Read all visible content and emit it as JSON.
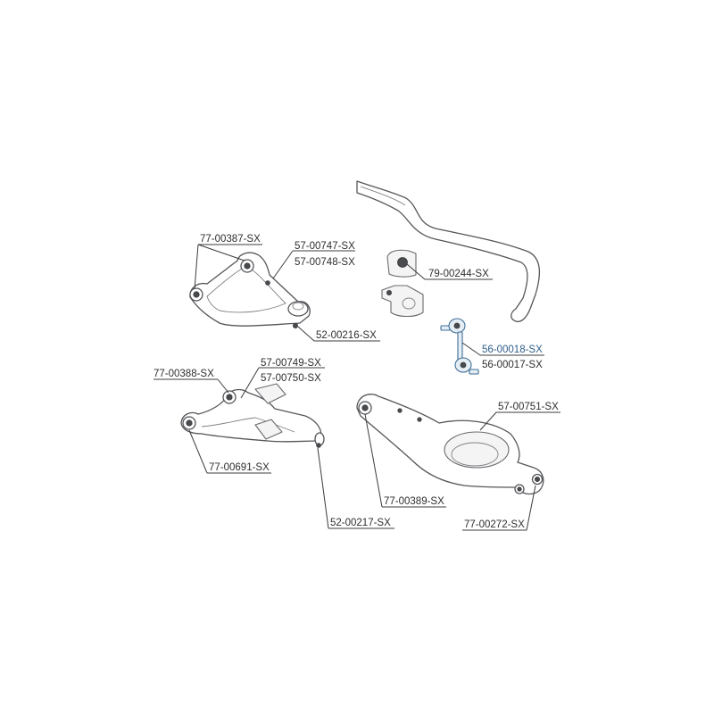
{
  "labels": {
    "lbl_77_00387": "77-00387-SX",
    "lbl_57_00747": "57-00747-SX",
    "lbl_57_00748": "57-00748-SX",
    "lbl_52_00216": "52-00216-SX",
    "lbl_79_00244": "79-00244-SX",
    "lbl_56_00018": "56-00018-SX",
    "lbl_56_00017": "56-00017-SX",
    "lbl_77_00388": "77-00388-SX",
    "lbl_57_00749": "57-00749-SX",
    "lbl_57_00750": "57-00750-SX",
    "lbl_77_00691": "77-00691-SX",
    "lbl_52_00217": "52-00217-SX",
    "lbl_57_00751": "57-00751-SX",
    "lbl_77_00389": "77-00389-SX",
    "lbl_77_00272": "77-00272-SX"
  },
  "colors": {
    "line": "#55565a",
    "label": "#2e2e2e",
    "highlight": "#2f5f8a"
  }
}
